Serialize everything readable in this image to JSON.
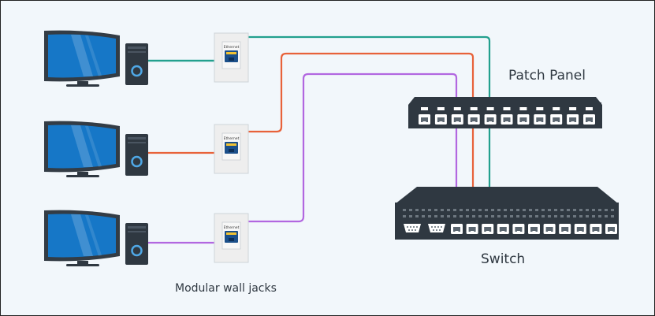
{
  "labels": {
    "patch_panel": "Patch Panel",
    "switch": "Switch",
    "wall_jacks": "Modular wall jacks",
    "jack_text": "Ethernet"
  },
  "colors": {
    "background": "#f2f7fb",
    "monitor_frame": "#333c45",
    "screen": "#1677c7",
    "tower": "#2f3841",
    "power_ring": "#4fa8e6",
    "cable_teal": "#23a08e",
    "cable_orange": "#e8623a",
    "cable_purple": "#b267e0",
    "device": "#2f3841",
    "wall_plate": "#eeeeee",
    "jack_blue": "#1b4f8a",
    "text": "#2f3841"
  },
  "computers": [
    {
      "id": "pc-1",
      "cable": "teal"
    },
    {
      "id": "pc-2",
      "cable": "orange"
    },
    {
      "id": "pc-3",
      "cable": "purple"
    }
  ],
  "patch_panel_ports": 11,
  "switch_ports": 11,
  "switch_console_ports": 2
}
